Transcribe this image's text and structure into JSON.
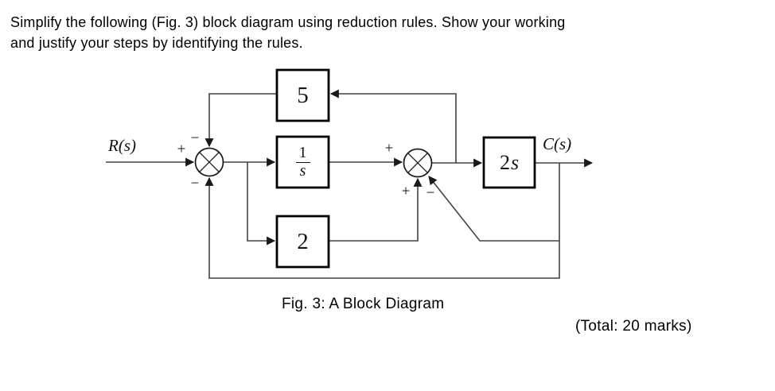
{
  "prompt": {
    "line1": "Simplify the following (Fig. 3) block diagram using reduction rules. Show your working",
    "line2": "and justify your steps by identifying the rules."
  },
  "diagram": {
    "input_label": "R(s)",
    "output_label": "C(s)",
    "blocks": {
      "feedback5": {
        "label": "5"
      },
      "integrator": {
        "numerator": "1",
        "denominator": "s"
      },
      "feedforward2": {
        "label": "2"
      },
      "forward2s": {
        "coefficient": "2",
        "variable": "s"
      }
    },
    "junction1": {
      "left_sign": "+",
      "top_sign": "−",
      "bottom_sign": "−"
    },
    "junction2": {
      "left_sign": "+",
      "bottom_sign": "+",
      "diagonal_sign": "−"
    }
  },
  "caption": "Fig. 3: A Block Diagram",
  "marks": "(Total: 20 marks)"
}
